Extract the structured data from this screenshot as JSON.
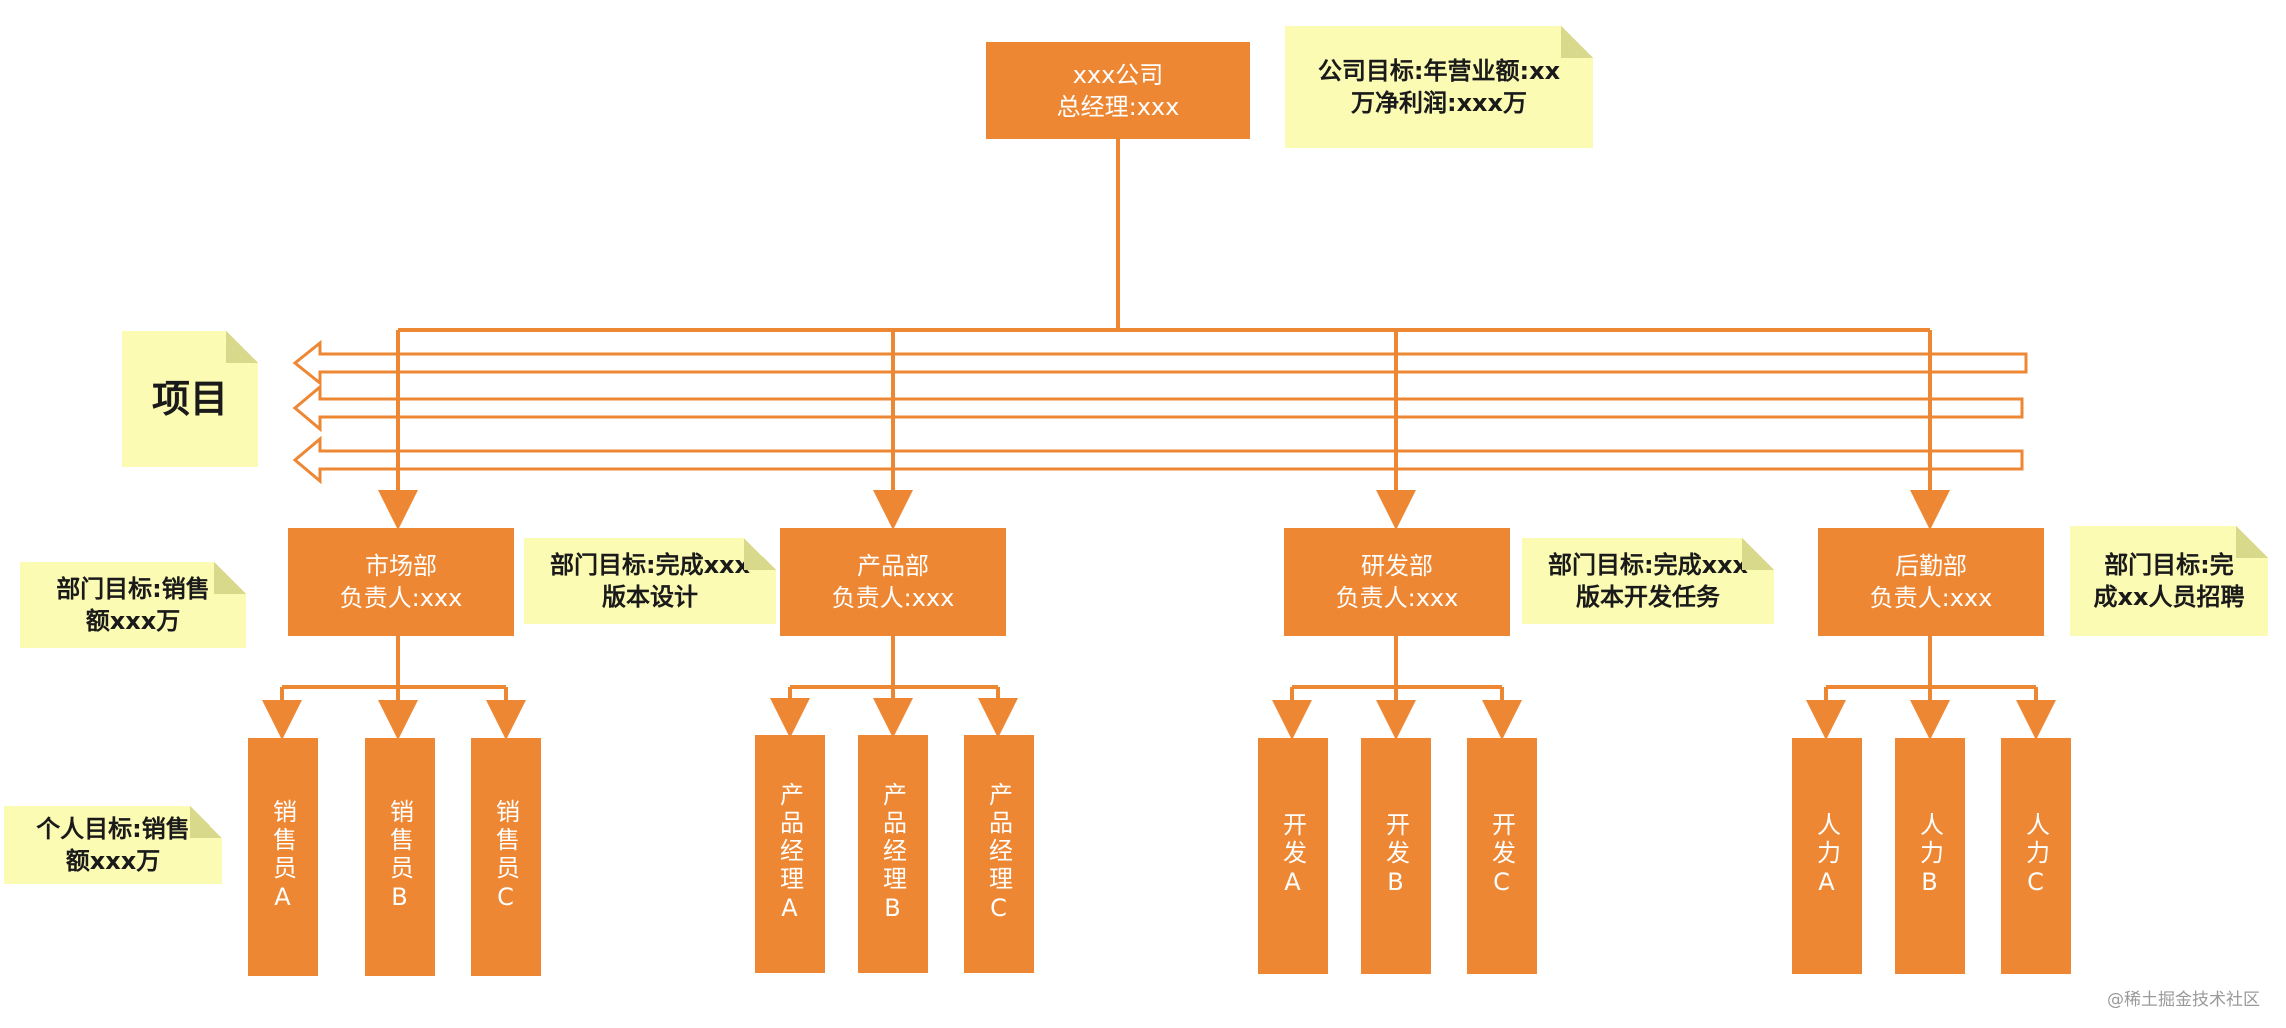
{
  "company": {
    "name": "xxx公司",
    "manager": "总经理:xxx"
  },
  "company_goal": {
    "line1": "公司目标:年营业额:xx",
    "line2": "万净利润:xxx万"
  },
  "project_label": "项目",
  "departments": [
    {
      "name": "市场部",
      "leader": "负责人:xxx",
      "goal": {
        "line1": "部门目标:销售",
        "line2": "额xxx万"
      },
      "members": [
        "销售员A",
        "销售员B",
        "销售员C"
      ]
    },
    {
      "name": "产品部",
      "leader": "负责人:xxx",
      "goal": {
        "line1": "部门目标:完成xxx",
        "line2": "版本设计"
      },
      "members": [
        "产品经理A",
        "产品经理B",
        "产品经理C"
      ]
    },
    {
      "name": "研发部",
      "leader": "负责人:xxx",
      "goal": {
        "line1": "部门目标:完成xxx",
        "line2": "版本开发任务"
      },
      "members": [
        "开发A",
        "开发B",
        "开发C"
      ]
    },
    {
      "name": "后勤部",
      "leader": "负责人:xxx",
      "goal": {
        "line1": "部门目标:完",
        "line2": "成xx人员招聘"
      },
      "members": [
        "人力A",
        "人力B",
        "人力C"
      ]
    }
  ],
  "personal_goal": {
    "line1": "个人目标:销售",
    "line2": "额xxx万"
  },
  "watermark": "@稀土掘金技术社区",
  "colors": {
    "node": "#ED8733",
    "note": "#FBFBB4",
    "line": "#ED8733"
  }
}
